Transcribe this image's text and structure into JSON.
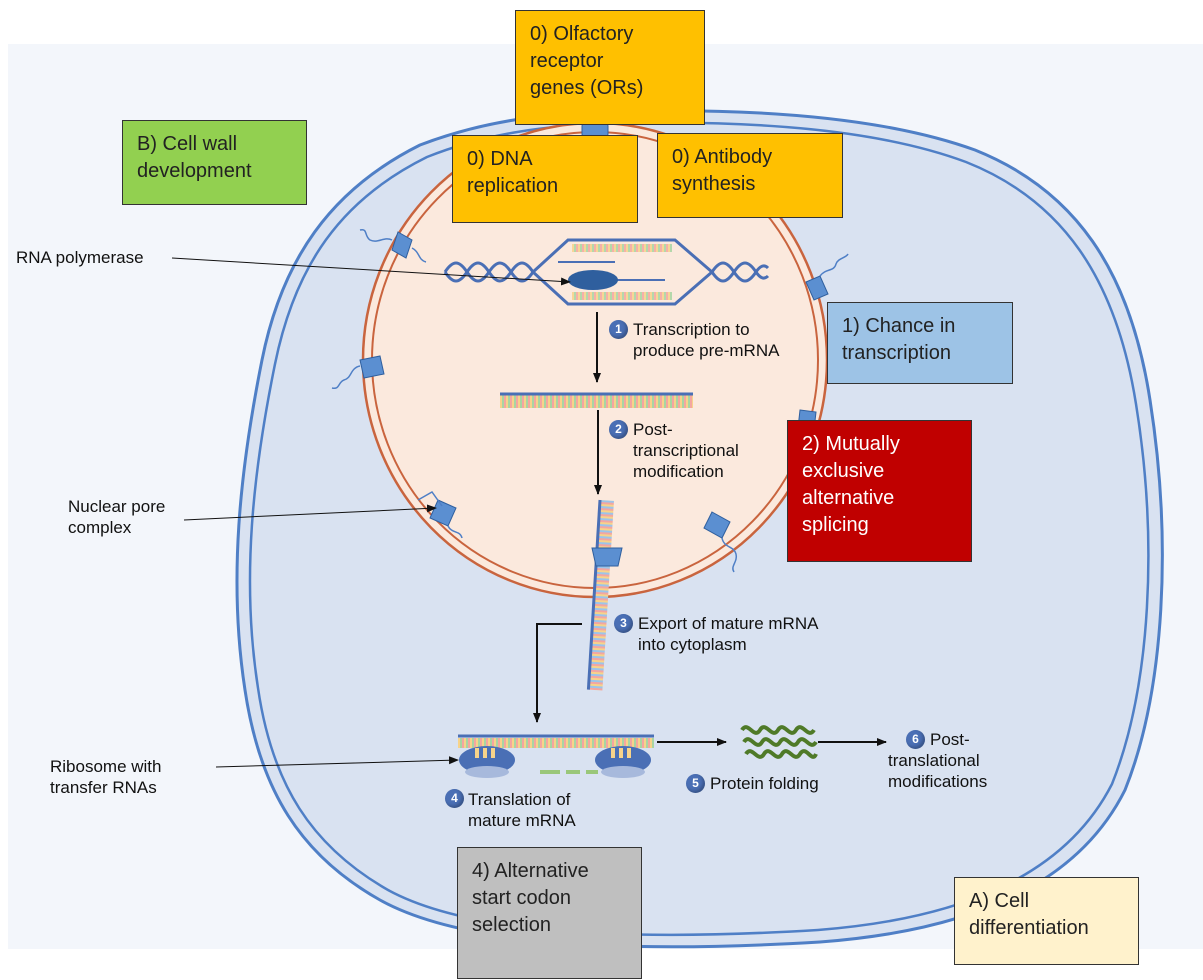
{
  "colors": {
    "cytoplasm": "#d9e2f1",
    "cell_membrane": "#4f7fc6",
    "nucleus_fill": "#fbe9dd",
    "nuclear_envelope": "#c9643e",
    "dna_blue": "#4a6fb5",
    "box_orange": "#ffc000",
    "box_green": "#92d050",
    "box_blue": "#9dc3e6",
    "box_red": "#c00000",
    "box_gray": "#bfbfbf",
    "box_cream": "#fff2cc",
    "protein": "#4f7a28"
  },
  "boxes": {
    "olfactory": "0) Olfactory\nreceptor\ngenes (ORs)",
    "dna_replication": "0) DNA\nreplication",
    "antibody": "0) Antibody\nsynthesis",
    "cell_wall": "B) Cell wall\ndevelopment",
    "transcription_change": "1) Chance in\ntranscription",
    "mutually_exclusive": "2) Mutually\nexclusive\nalternative\nsplicing",
    "alt_start_codon": "4) Alternative\nstart codon\nselection",
    "cell_differentiation": "A) Cell\ndifferentiation"
  },
  "labels": {
    "rna_polymerase": "RNA polymerase",
    "nuclear_pore": "Nuclear pore\ncomplex",
    "ribosome": "Ribosome with\ntransfer RNAs"
  },
  "steps": [
    {
      "num": "1",
      "text": "Transcription to\nproduce pre-mRNA"
    },
    {
      "num": "2",
      "text": "Post-\ntranscriptional\nmodification"
    },
    {
      "num": "3",
      "text": "Export of mature mRNA\ninto cytoplasm"
    },
    {
      "num": "4",
      "text": "Translation of\nmature mRNA"
    },
    {
      "num": "5",
      "text": "Protein folding"
    },
    {
      "num": "6",
      "text": "Post-\ntranslational\nmodifications"
    }
  ]
}
